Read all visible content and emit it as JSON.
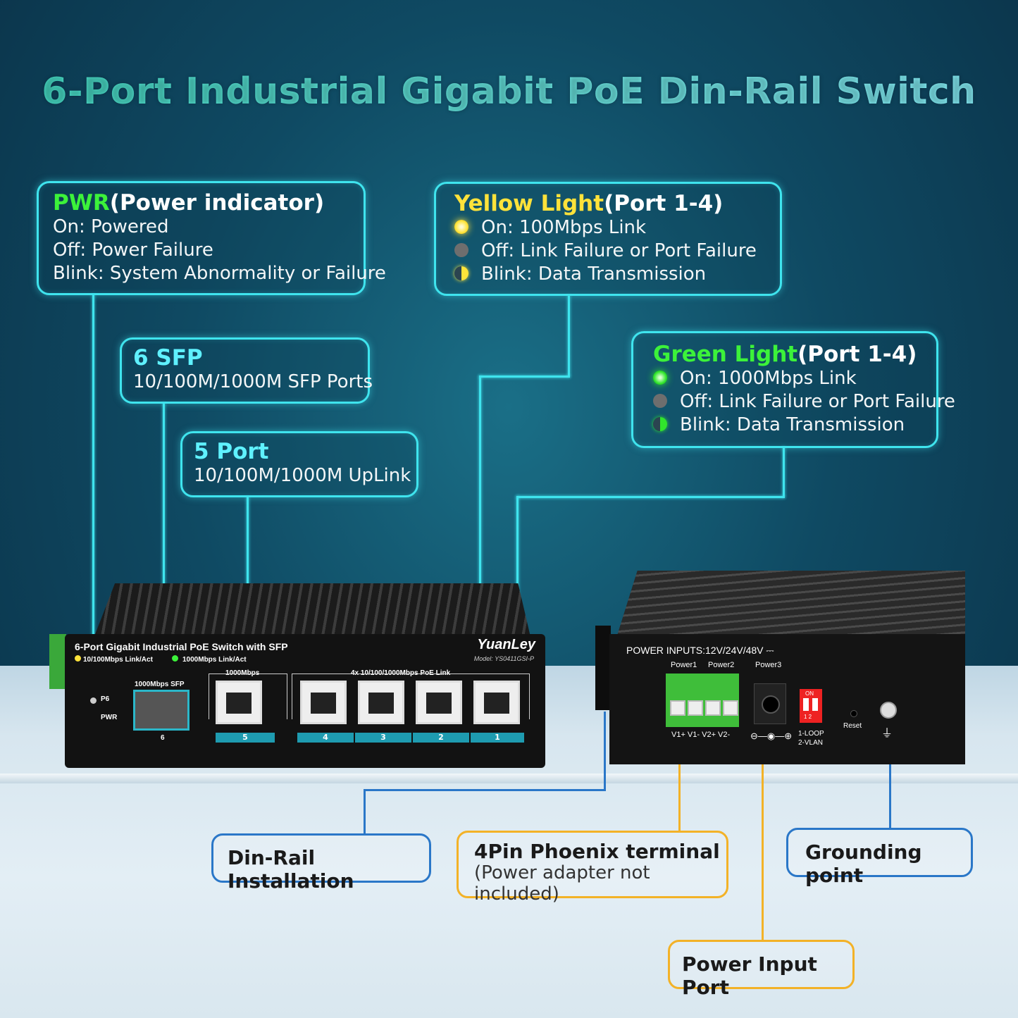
{
  "title": "6-Port Industrial Gigabit PoE Din-Rail Switch",
  "pwr_box": {
    "head_colored": "PWR",
    "head_rest": "(Power indicator)",
    "lines": [
      "On: Powered",
      "Off: Power Failure",
      "Blink: System Abnormality or Failure"
    ]
  },
  "yellow_box": {
    "head_colored": "Yellow Light",
    "head_rest": "(Port 1-4)",
    "lines": [
      "On: 100Mbps Link",
      "Off: Link Failure or Port Failure",
      "Blink: Data Transmission"
    ]
  },
  "green_box": {
    "head_colored": "Green Light",
    "head_rest": "(Port 1-4)",
    "lines": [
      "On: 1000Mbps Link",
      "Off: Link Failure or Port Failure",
      "Blink: Data Transmission"
    ]
  },
  "sfp_box": {
    "head": "6 SFP",
    "line": "10/100M/1000M SFP Ports"
  },
  "uplink_box": {
    "head": "5 Port",
    "line": "10/100M/1000M UpLink"
  },
  "labels": {
    "din_rail": "Din-Rail Installation",
    "phoenix": "4Pin Phoenix terminal",
    "phoenix_sub": "(Power adapter not included)",
    "grounding": "Grounding point",
    "power_input": "Power Input Port"
  },
  "device_front": {
    "model_title": "6-Port Gigabit Industrial PoE Switch with SFP",
    "legend_yellow": "10/100Mbps Link/Act",
    "legend_green": "1000Mbps Link/Act",
    "brand": "YuanLey",
    "model": "Model: YS0411GSI-P",
    "sfp_label": "1000Mbps SFP",
    "uplink_label": "1000Mbps",
    "poe_label": "4x 10/100/1000Mbps PoE Link",
    "led_p6": "P6",
    "led_pwr": "PWR",
    "port_numbers": [
      "6",
      "5",
      "4",
      "3",
      "2",
      "1"
    ]
  },
  "device_back": {
    "power_inputs": "POWER INPUTS:12V/24V/48V",
    "power1": "Power1",
    "power2": "Power2",
    "power3": "Power3",
    "terminal_pins": "V1+ V1- V2+ V2-",
    "dip_on": "ON",
    "dip_nums": "1 2",
    "dip_mode1": "1-LOOP",
    "dip_mode2": "2-VLAN",
    "reset": "Reset"
  }
}
